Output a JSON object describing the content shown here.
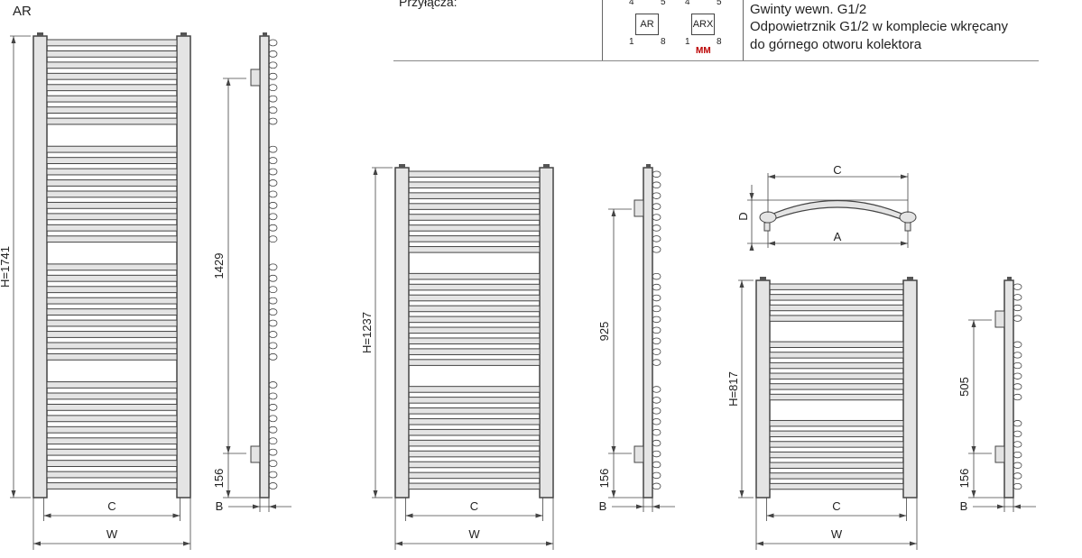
{
  "model_label": "AR",
  "header": {
    "connections_label": "Przyłącza:",
    "symbols": [
      {
        "name": "AR",
        "pins": [
          "4",
          "5",
          "1",
          "8"
        ]
      },
      {
        "name": "ARX",
        "pins": [
          "4",
          "5",
          "1",
          "8"
        ],
        "extra": "MM"
      }
    ],
    "notes": [
      "Gwinty wewn. G1/2",
      "Odpowietrznik G1/2 w komplecie wkręcany",
      "do górnego otworu kolektora"
    ]
  },
  "radiators": [
    {
      "height_label": "H=1741",
      "spacing_label": "1429",
      "bottom_label": "156",
      "c_label": "C",
      "w_label": "W",
      "b_label": "B",
      "groups": [
        8,
        9,
        9,
        10
      ]
    },
    {
      "height_label": "H=1237",
      "spacing_label": "925",
      "bottom_label": "156",
      "c_label": "C",
      "w_label": "W",
      "b_label": "B",
      "groups": [
        8,
        9,
        10
      ]
    },
    {
      "height_label": "H=817",
      "spacing_label": "505",
      "bottom_label": "156",
      "c_label": "C",
      "w_label": "W",
      "b_label": "B",
      "groups": [
        4,
        6,
        7
      ]
    }
  ],
  "top_view": {
    "c_label": "C",
    "a_label": "A",
    "d_label": "D"
  },
  "colors": {
    "line": "#444444",
    "fill": "#e4e4e4",
    "text": "#222222"
  }
}
